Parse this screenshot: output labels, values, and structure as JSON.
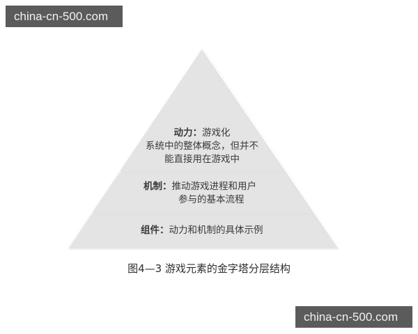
{
  "watermarks": {
    "top_left": "china-cn-500.com",
    "bottom_right": "china-cn-500.com"
  },
  "pyramid": {
    "fill_color": "#e4e4e4",
    "separator_color": "#ffffff",
    "tiers": [
      {
        "level": "top",
        "label": "动力：",
        "line1_rest": "游戏化",
        "line2": "系统中的整体概念，但并不",
        "line3": "能直接用在游戏中"
      },
      {
        "level": "middle",
        "label": "机制：",
        "line1_rest": "推动游戏进程和用户",
        "line2": "参与的基本流程"
      },
      {
        "level": "bottom",
        "label": "组件：",
        "line1_rest": "动力和机制的具体示例"
      }
    ]
  },
  "caption": "图4—3 游戏元素的金字塔分层结构"
}
